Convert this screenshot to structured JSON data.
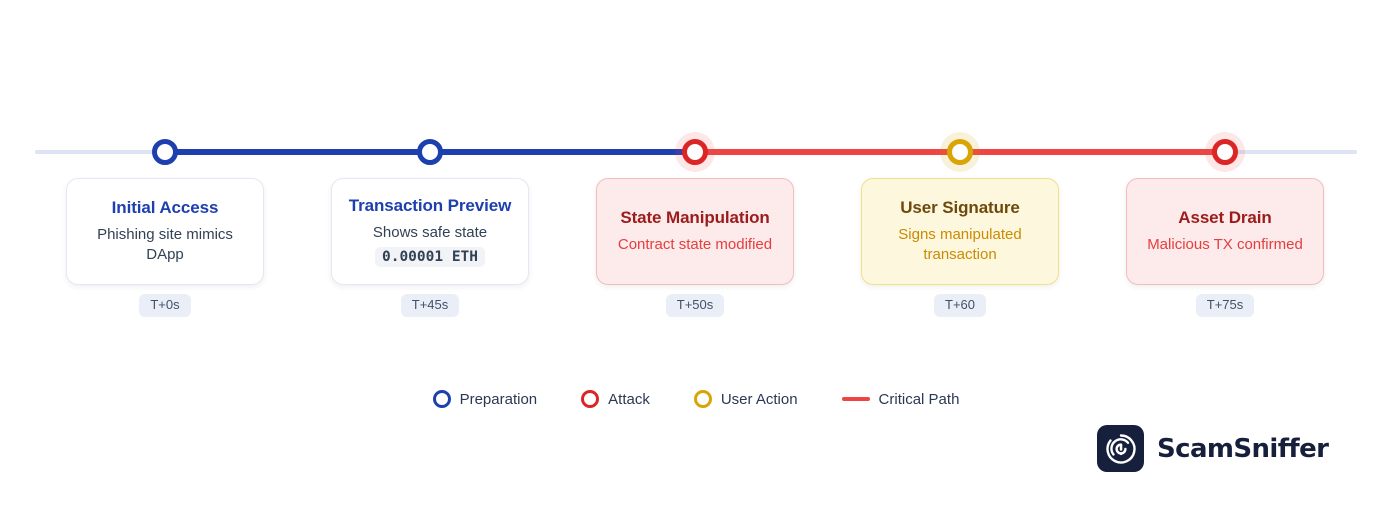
{
  "timeline": {
    "stages": [
      {
        "title": "Initial Access",
        "desc": "Phishing site mimics DApp",
        "time": "T+0s",
        "type": "preparation"
      },
      {
        "title": "Transaction Preview",
        "desc": "Shows safe state",
        "code": "0.00001 ETH",
        "time": "T+45s",
        "type": "preparation"
      },
      {
        "title": "State Manipulation",
        "desc": "Contract state modified",
        "time": "T+50s",
        "type": "attack"
      },
      {
        "title": "User Signature",
        "desc": "Signs manipulated transaction",
        "time": "T+60",
        "type": "user-action"
      },
      {
        "title": "Asset Drain",
        "desc": "Malicious TX confirmed",
        "time": "T+75s",
        "type": "attack"
      }
    ]
  },
  "legend": {
    "items": [
      {
        "label": "Preparation",
        "swatch": "circle",
        "color": "#1e40af"
      },
      {
        "label": "Attack",
        "swatch": "circle",
        "color": "#dc2626"
      },
      {
        "label": "User Action",
        "swatch": "circle",
        "color": "#d9a406"
      },
      {
        "label": "Critical Path",
        "swatch": "line",
        "color": "#ef4444"
      }
    ]
  },
  "brand": {
    "name": "ScamSniffer"
  },
  "colors": {
    "preparation_blue": "#1e40af",
    "attack_red_line": "#ef4444",
    "attack_red_ring": "#dc2626",
    "user_action_yellow": "#d9a406",
    "track_inactive": "#dce4f6",
    "attack_card_bg": "#fdeaea",
    "user_card_bg": "#fdf8dd",
    "brand_navy": "#16203c"
  }
}
